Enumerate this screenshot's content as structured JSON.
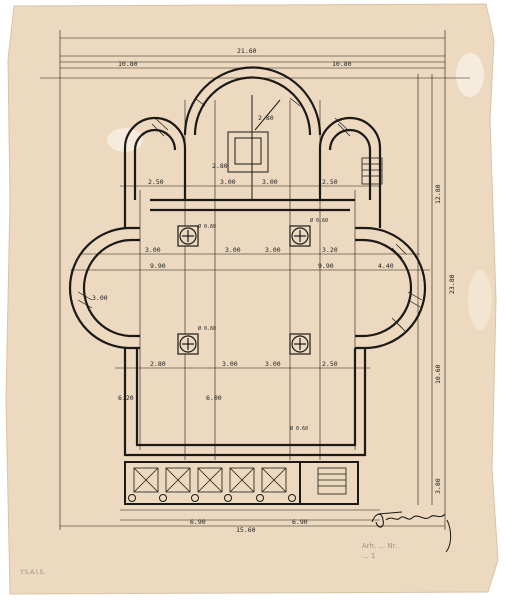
{
  "sheet": {
    "paper_color": "#ecd9bf",
    "ink_color": "#1c1a17",
    "pencil_color": "#9a9385"
  },
  "dimensions": {
    "overall_width": "21.60",
    "half_left": "10.80",
    "half_right": "10.80",
    "apse_width": "2.80",
    "chapel_left": "2.50",
    "chapel_right": "2.50",
    "bay_left": "3.00",
    "bay_right": "3.00",
    "side_left": "3.00",
    "side_right": "3.20",
    "span_left": "9.90",
    "span_right": "9.90",
    "lower_left": "2.80",
    "lower_mid_left": "3.00",
    "lower_mid_right": "3.00",
    "lower_right": "2.50",
    "radius_left": "3.00",
    "radius_right": "4.40",
    "radius_apse": "2.80",
    "depth_upper": "12.80",
    "depth_total": "23.80",
    "depth_lower": "10.60",
    "depth_porch": "3.80",
    "nave_depth": "6.00",
    "aisle_depth": "6.20",
    "porch_left": "6.90",
    "porch_right": "6.90",
    "porch_total": "15.60",
    "col_a": "Ø 0.60",
    "col_b": "Ø 0.60",
    "col_c": "Ø 0.60",
    "col_d": "Ø 0.60"
  },
  "pencil_notes": {
    "line1": "Arh. ... Nr.",
    "line2": "... 1",
    "corner": "Y.S.A.I.S."
  }
}
